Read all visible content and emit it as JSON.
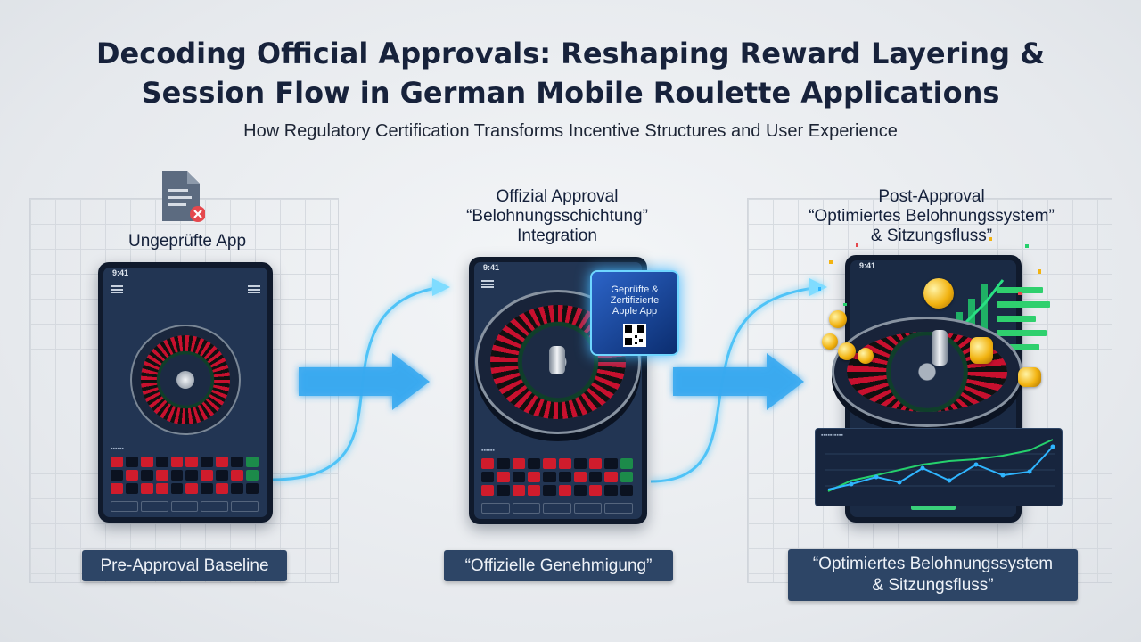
{
  "title_line1": "Decoding Official Approvals: Reshaping Reward Layering &",
  "title_line2": "Session Flow in German Mobile Roulette Applications",
  "subtitle": "How Regulatory Certification Transforms Incentive Structures and User Experience",
  "panels": [
    {
      "heading": [
        "Ungeprüfte App"
      ],
      "phone_time": "9:41",
      "label": [
        "Pre-Approval Baseline"
      ]
    },
    {
      "heading": [
        "Offizial Approval",
        "“Belohnungsschichtung”",
        "Integration"
      ],
      "phone_time": "9:41",
      "badge": [
        "Geprüfte &",
        "Zertifizierte",
        "Apple App"
      ],
      "label": [
        "“Offizielle Genehmigung”"
      ]
    },
    {
      "heading": [
        "Post-Approval",
        "“Optimiertes Belohnungssystem”",
        "& Sitzungsfluss”"
      ],
      "phone_time": "9:41",
      "label": [
        "“Optimiertes Belohnungssystem",
        "& Sitzungsfluss”"
      ]
    }
  ],
  "icons": {
    "document": "document-rejected-icon",
    "qr": "qr-code-icon",
    "menu": "menu-icon",
    "arrow": "arrow-right-icon"
  },
  "colors": {
    "accent": "#4fc3f7",
    "label_bg": "#2d4566",
    "red": "#d01c2c",
    "green": "#1c8b4a",
    "gold": "#f2b311"
  }
}
